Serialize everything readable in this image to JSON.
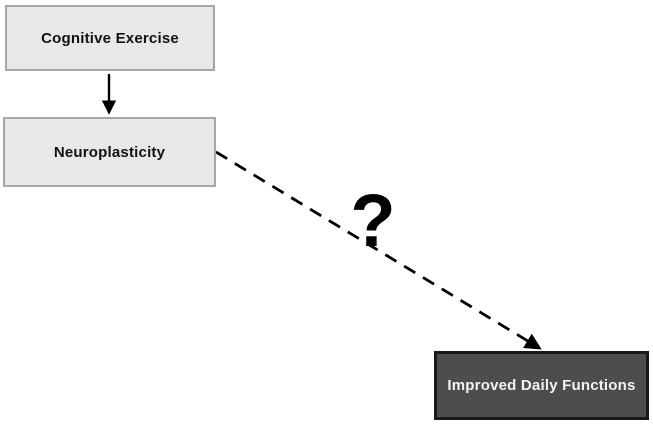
{
  "diagram": {
    "type": "flowchart",
    "background": "#ffffff",
    "nodes": [
      {
        "id": "cognitive-exercise",
        "label": "Cognitive Exercise",
        "fill": "#e8e8e8",
        "border_color": "#a6a6a6",
        "text_color": "#111111"
      },
      {
        "id": "neuroplasticity",
        "label": "Neuroplasticity",
        "fill": "#e8e8e8",
        "border_color": "#a6a6a6",
        "text_color": "#111111"
      },
      {
        "id": "improved-daily-functions",
        "label": "Improved Daily Functions",
        "fill": "#4d4d4d",
        "border_color": "#1a1a1a",
        "text_color": "#f2f2f2"
      }
    ],
    "edges": [
      {
        "from": "cognitive-exercise",
        "to": "neuroplasticity",
        "style": "solid",
        "label": "",
        "color": "#000000"
      },
      {
        "from": "neuroplasticity",
        "to": "improved-daily-functions",
        "style": "dashed",
        "label": "?",
        "color": "#000000"
      }
    ]
  }
}
